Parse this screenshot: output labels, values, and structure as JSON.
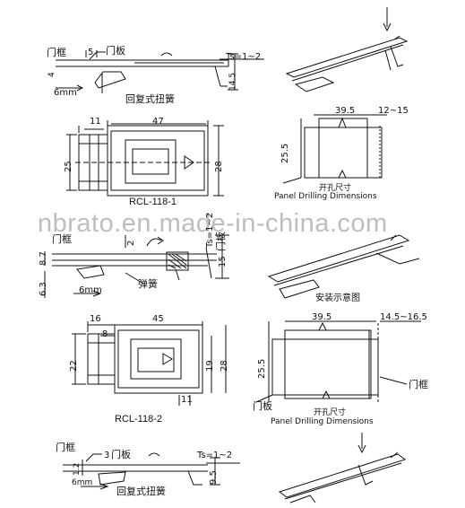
{
  "watermark": "nbrato.en.made-in-china.com",
  "models": {
    "m1": "RCL-118-1",
    "m2": "RCL-118-2"
  },
  "labels": {
    "door_frame": "门框",
    "door_panel": "门板",
    "return_spring": "回复式扭簧",
    "spring": "弹簧",
    "install_diagram": "安装示意图",
    "drill_cn": "开孔尺寸",
    "drill_en": "Panel Drilling Dimensions"
  },
  "dims": {
    "ts_range": "Ts=1~2",
    "d5": "5",
    "d4": "4",
    "d6mm": "6mm",
    "d14_5": "14.5",
    "d11": "11",
    "d47": "47",
    "d25": "25",
    "d28": "28",
    "d39_5": "39.5",
    "d12_15": "12~15",
    "d25_5": "25.5",
    "d2": "2",
    "d8_7": "8.7",
    "d6_3": "6.3",
    "d15": "15",
    "d16": "16",
    "d45": "45",
    "d8": "8",
    "d22": "22",
    "d19": "19",
    "d14_5_16_5": "14.5~16.5",
    "d3": "3",
    "d1_2": "1.2",
    "d9_5": "9.5"
  }
}
